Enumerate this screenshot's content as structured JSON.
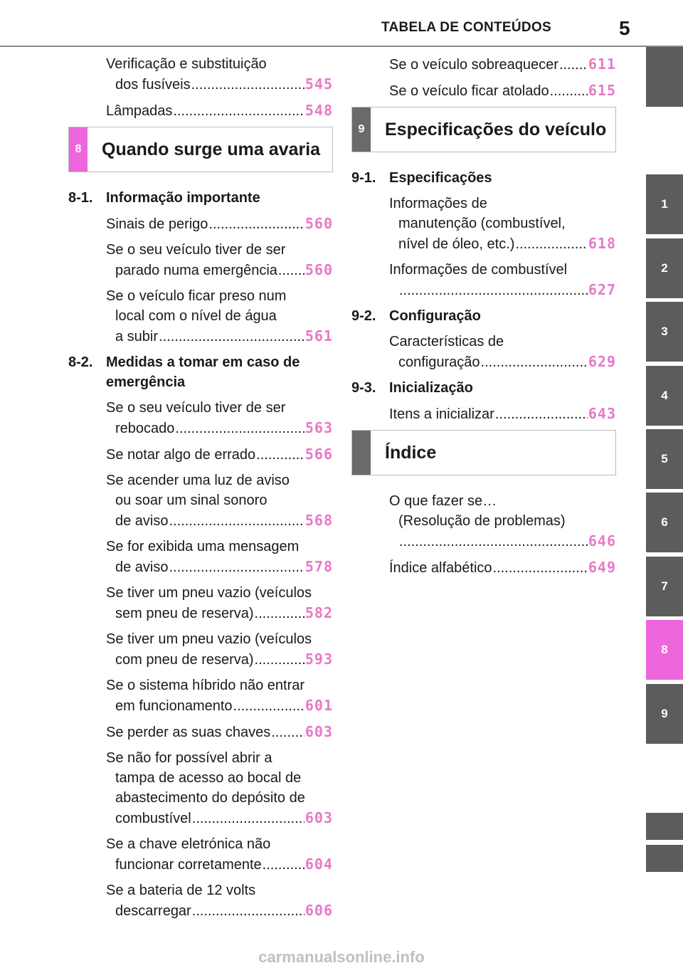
{
  "header": {
    "title": "TABELA DE CONTEÚDOS",
    "page_number": "5"
  },
  "colors": {
    "page_number_pink": "#e878c8",
    "tab_active": "#ee66dd",
    "tab_gray": "#5c5c5c",
    "box_tab_gray": "#6a6a6a"
  },
  "left_column": {
    "top_entries": [
      {
        "lines": [
          "Verificação e substituição",
          "dos fusíveis"
        ],
        "page": "545"
      },
      {
        "lines": [
          "Lâmpadas"
        ],
        "page": "548"
      }
    ],
    "chapter_box": {
      "number": "8",
      "title": "Quando surge uma avaria"
    },
    "sections": [
      {
        "number": "8-1.",
        "title": "Informação importante",
        "entries": [
          {
            "lines": [
              "Sinais de perigo"
            ],
            "page": "560"
          },
          {
            "lines": [
              "Se o seu veículo tiver de ser",
              "parado numa emergência"
            ],
            "page": "560"
          },
          {
            "lines": [
              "Se o veículo ficar preso num",
              "local com o nível de água",
              "a subir"
            ],
            "page": "561"
          }
        ]
      },
      {
        "number": "8-2.",
        "title_lines": [
          "Medidas a tomar em caso de",
          "emergência"
        ],
        "entries": [
          {
            "lines": [
              "Se o seu veículo tiver de ser",
              "rebocado"
            ],
            "page": "563"
          },
          {
            "lines": [
              "Se notar algo de errado"
            ],
            "page": "566"
          },
          {
            "lines": [
              "Se acender uma luz de aviso",
              "ou soar um sinal sonoro",
              "de aviso"
            ],
            "page": "568"
          },
          {
            "lines": [
              "Se for exibida uma mensagem",
              "de aviso"
            ],
            "page": "578"
          },
          {
            "lines": [
              "Se tiver um pneu vazio (veículos",
              "sem pneu de reserva)"
            ],
            "page": "582"
          },
          {
            "lines": [
              "Se tiver um pneu vazio (veículos",
              "com pneu de reserva)"
            ],
            "page": "593"
          },
          {
            "lines": [
              "Se o sistema híbrido não entrar",
              "em funcionamento"
            ],
            "page": "601"
          },
          {
            "lines": [
              "Se perder as suas chaves"
            ],
            "page": "603"
          },
          {
            "lines": [
              "Se não for possível abrir a",
              "tampa de acesso ao bocal de",
              "abastecimento do depósito de",
              "combustível"
            ],
            "page": "603"
          },
          {
            "lines": [
              "Se a chave eletrónica não",
              "funcionar corretamente"
            ],
            "page": "604"
          },
          {
            "lines": [
              "Se a bateria de 12 volts",
              "descarregar"
            ],
            "page": "606"
          }
        ]
      }
    ]
  },
  "right_column": {
    "top_entries": [
      {
        "lines": [
          "Se o veículo sobreaquecer"
        ],
        "page": "611"
      },
      {
        "lines": [
          "Se o veículo ficar atolado"
        ],
        "page": "615"
      }
    ],
    "chapter_box": {
      "number": "9",
      "title": "Especificações do veículo"
    },
    "sections": [
      {
        "number": "9-1.",
        "title": "Especificações",
        "entries": [
          {
            "lines": [
              "Informações de",
              "manutenção (combustível,",
              "nível de óleo, etc.)"
            ],
            "page": "618"
          },
          {
            "lines": [
              "Informações de combustível",
              ""
            ],
            "page": "627"
          }
        ]
      },
      {
        "number": "9-2.",
        "title": "Configuração",
        "entries": [
          {
            "lines": [
              "Características de",
              "configuração"
            ],
            "page": "629"
          }
        ]
      },
      {
        "number": "9-3.",
        "title": "Inicialização",
        "entries": [
          {
            "lines": [
              "Itens a inicializar"
            ],
            "page": "643"
          }
        ]
      }
    ],
    "index_box": {
      "title": "Índice"
    },
    "index_entries": [
      {
        "lines": [
          "O que fazer se…",
          "(Resolução de problemas)",
          ""
        ],
        "page": "646"
      },
      {
        "lines": [
          "Índice alfabético"
        ],
        "page": "649"
      }
    ]
  },
  "side_tabs": [
    "",
    "1",
    "2",
    "3",
    "4",
    "5",
    "6",
    "7",
    "8",
    "9",
    "",
    ""
  ],
  "active_tab": "8",
  "footer": "carmanualsonline.info"
}
